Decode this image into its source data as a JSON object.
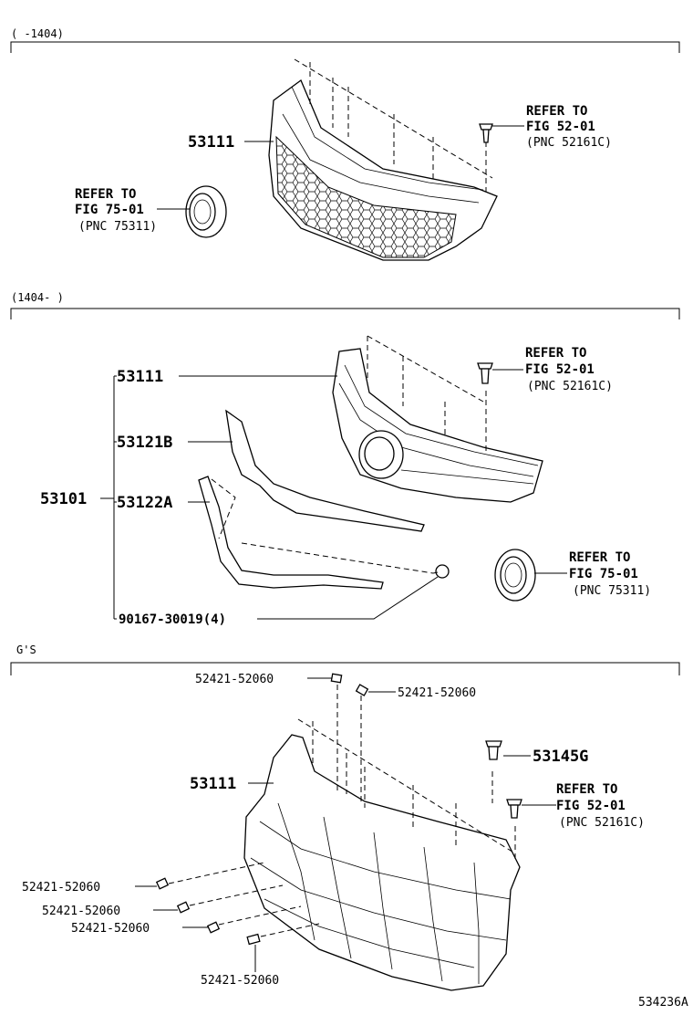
{
  "sections": [
    {
      "label": "(      -1404)"
    },
    {
      "label": "(1404-      )"
    },
    {
      "label": "G'S"
    }
  ],
  "section1": {
    "grille_part": "53111",
    "refer_clip": {
      "line1": "REFER TO",
      "line2": "FIG 52-01",
      "line3": "(PNC 52161C)"
    },
    "refer_emblem": {
      "line1": "REFER TO",
      "line2": "FIG 75-01",
      "line3": "(PNC 75311)"
    }
  },
  "section2": {
    "assembly_part": "53101",
    "grille_part": "53111",
    "molding_upper": "53121B",
    "molding_lower": "53122A",
    "screw": "90167-30019(4)",
    "refer_clip": {
      "line1": "REFER TO",
      "line2": "FIG 52-01",
      "line3": "(PNC 52161C)"
    },
    "refer_emblem": {
      "line1": "REFER TO",
      "line2": "FIG 75-01",
      "line3": "(PNC 75311)"
    }
  },
  "section3": {
    "grille_part": "53111",
    "clip_part": "53145G",
    "spacers": [
      "52421-52060",
      "52421-52060",
      "52421-52060",
      "52421-52060",
      "52421-52060",
      "52421-52060"
    ],
    "refer_clip": {
      "line1": "REFER TO",
      "line2": "FIG 52-01",
      "line3": "(PNC 52161C)"
    }
  },
  "illustration_code": "534236A"
}
